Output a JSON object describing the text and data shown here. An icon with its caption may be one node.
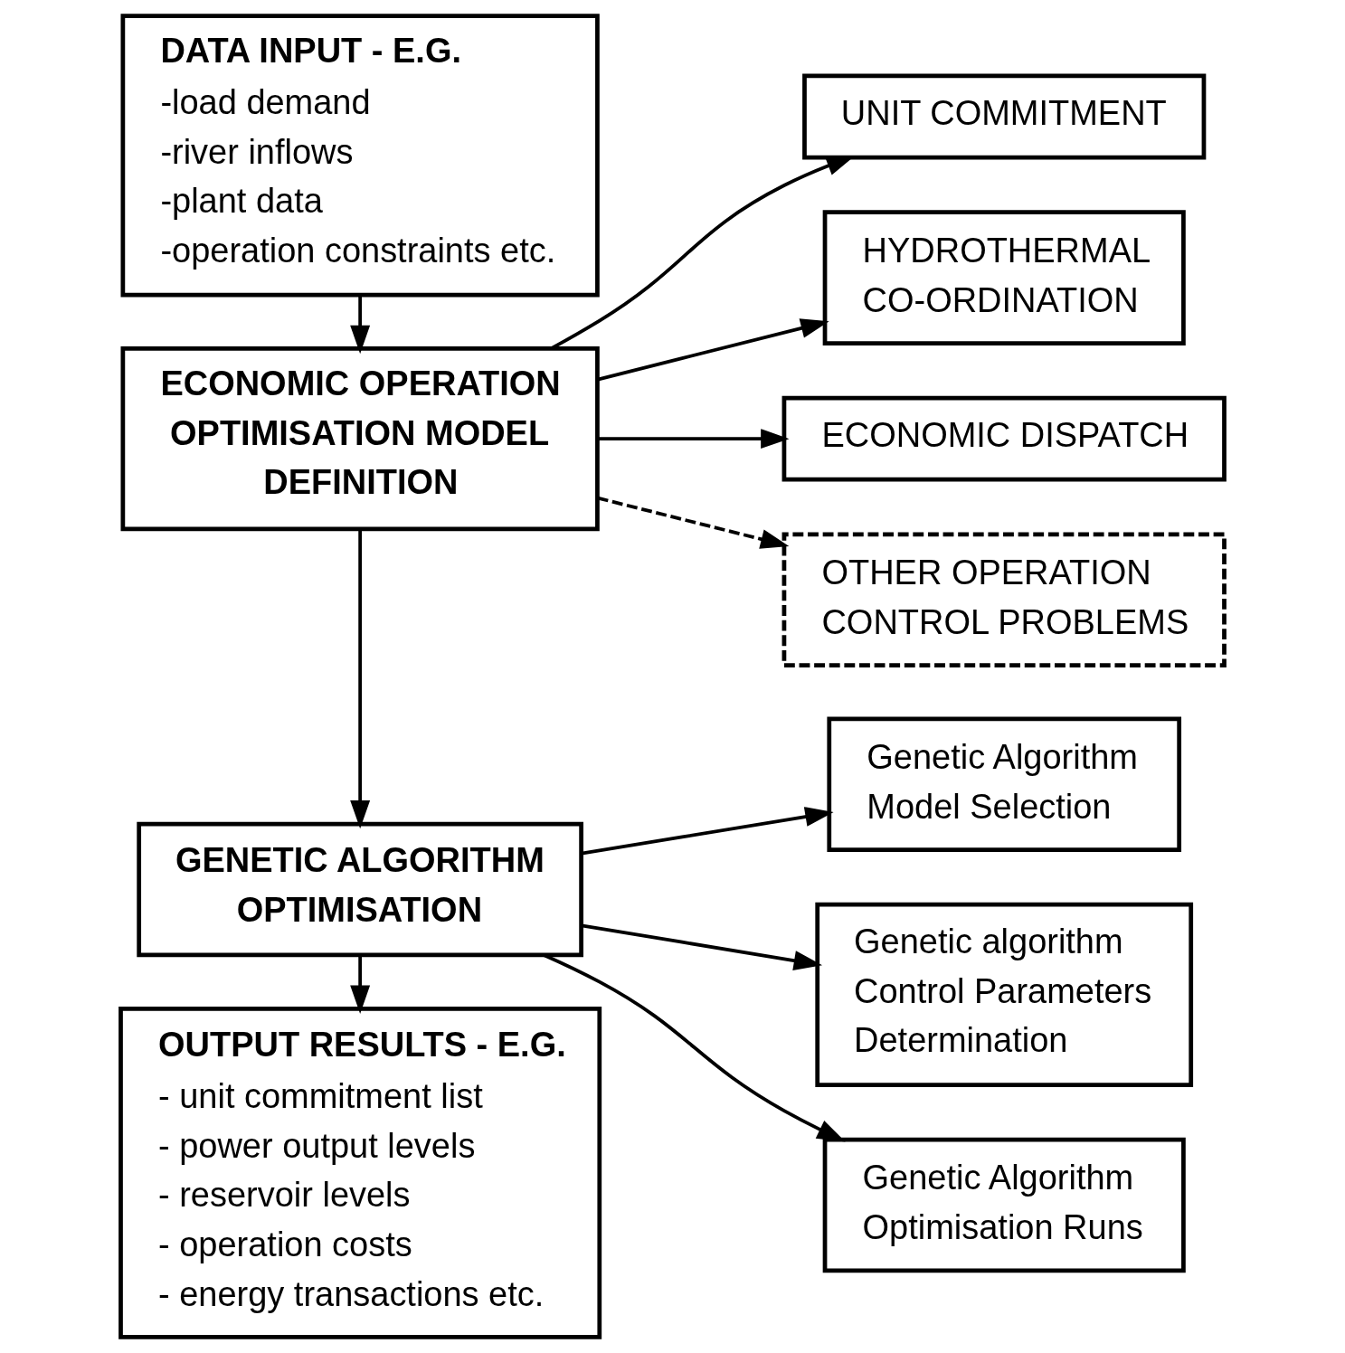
{
  "diagram": {
    "nodes": [
      {
        "text": [
          "DATA INPUT - E.G.",
          "-load demand",
          "-river inflows",
          "-plant data",
          "-operation constraints etc."
        ]
      },
      {
        "text": [
          "ECONOMIC OPERATION OPTIMISATION MODEL DEFINITION"
        ]
      },
      {
        "text": [
          "UNIT COMMITMENT"
        ]
      },
      {
        "text": [
          "HYDROTHERMAL CO-ORDINATION"
        ]
      },
      {
        "text": [
          "ECONOMIC DISPATCH"
        ]
      },
      {
        "text": [
          "OTHER OPERATION CONTROL PROBLEMS"
        ]
      },
      {
        "text": [
          "GENETIC ALGORITHM OPTIMISATION"
        ]
      },
      {
        "text": [
          "Genetic Algorithm Model Selection"
        ]
      },
      {
        "text": [
          "Genetic algorithm Control Parameters Determination"
        ]
      },
      {
        "text": [
          "Genetic Algorithm Optimisation Runs"
        ]
      },
      {
        "text": [
          "OUTPUT RESULTS - E.G.",
          "- unit commitment list",
          "- power output levels",
          "- reservoir levels",
          "- operation costs",
          "- energy transactions etc."
        ]
      }
    ],
    "edges": [
      {
        "from": 0,
        "to": 1,
        "arrow": "to"
      },
      {
        "from": 1,
        "to": 2,
        "arrow": "to"
      },
      {
        "from": 1,
        "to": 3,
        "arrow": "to"
      },
      {
        "from": 1,
        "to": 4,
        "arrow": "to"
      },
      {
        "from": 1,
        "to": 5,
        "arrow": "to",
        "style": "dashed"
      },
      {
        "from": 1,
        "to": 6,
        "arrow": "to"
      },
      {
        "from": 6,
        "to": 7,
        "arrow": "to"
      },
      {
        "from": 6,
        "to": 8,
        "arrow": "to"
      },
      {
        "from": 6,
        "to": 9,
        "arrow": "to"
      },
      {
        "from": 6,
        "to": 10,
        "arrow": "to"
      }
    ]
  }
}
